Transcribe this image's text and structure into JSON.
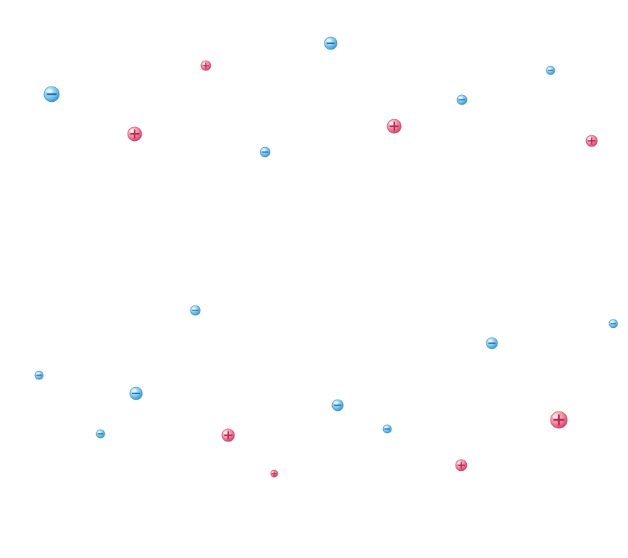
{
  "colors": {
    "background": "#ffffff",
    "negative_light": "#d6f0ff",
    "negative_mid": "#7fc8f0",
    "negative_dark": "#3a8fc7",
    "negative_sign": "#1f6fa8",
    "positive_light": "#ffe3ea",
    "positive_mid": "#f08aa3",
    "positive_dark": "#c93d62",
    "positive_sign": "#b8254c"
  },
  "legend": {
    "negative_icon": "minus-icon",
    "positive_icon": "plus-icon"
  },
  "particles": [
    {
      "id": "n1",
      "charge": "negative"
    },
    {
      "id": "p1",
      "charge": "positive"
    },
    {
      "id": "n2",
      "charge": "negative"
    },
    {
      "id": "n3",
      "charge": "negative"
    },
    {
      "id": "n4",
      "charge": "negative"
    },
    {
      "id": "p2",
      "charge": "positive"
    },
    {
      "id": "n5",
      "charge": "negative"
    },
    {
      "id": "p3",
      "charge": "positive"
    },
    {
      "id": "p4",
      "charge": "positive"
    },
    {
      "id": "n6",
      "charge": "negative"
    },
    {
      "id": "n7",
      "charge": "negative"
    },
    {
      "id": "n8",
      "charge": "negative"
    },
    {
      "id": "n9",
      "charge": "negative"
    },
    {
      "id": "n10",
      "charge": "negative"
    },
    {
      "id": "n11",
      "charge": "negative"
    },
    {
      "id": "n12",
      "charge": "negative"
    },
    {
      "id": "n13",
      "charge": "negative"
    },
    {
      "id": "p5",
      "charge": "positive"
    },
    {
      "id": "p6",
      "charge": "positive"
    },
    {
      "id": "p7",
      "charge": "positive"
    },
    {
      "id": "p8",
      "charge": "positive"
    }
  ]
}
